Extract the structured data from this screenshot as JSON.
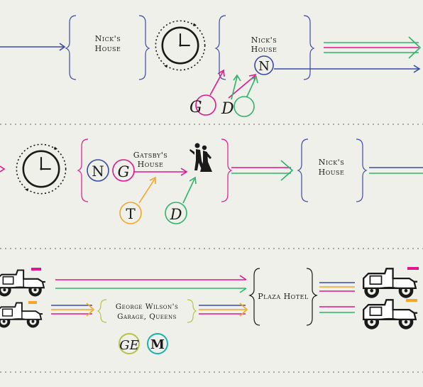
{
  "colors": {
    "background": "#eff0ea",
    "blue": "#3b4aa6",
    "magenta": "#e0168f",
    "green": "#2fb36a",
    "orange": "#f4a62a",
    "yellow": "#e9c53a",
    "olive": "#b7c24a",
    "teal": "#18b2ae",
    "dots": "#a9aaa4",
    "ink": "#1a1a1a"
  },
  "row1": {
    "place_a": [
      "Nick's",
      "House"
    ],
    "place_b": [
      "Nick's",
      "House"
    ],
    "badges": {
      "n": "N",
      "g": "G",
      "d": "D"
    }
  },
  "row2": {
    "place_a": [
      "Gatsby's",
      "House"
    ],
    "place_b": [
      "Nick's",
      "House"
    ],
    "badges": {
      "n": "N",
      "g": "G",
      "t": "T",
      "d": "D"
    }
  },
  "row3": {
    "garage": [
      "George Wilson's",
      "Garage, Queens"
    ],
    "plaza": "Plaza Hotel",
    "badges": {
      "ge": "GE",
      "m": "M"
    }
  },
  "icons": {
    "clock": "clock-icon",
    "dancers": "dancing-couple-icon",
    "car": "vintage-car-icon"
  }
}
